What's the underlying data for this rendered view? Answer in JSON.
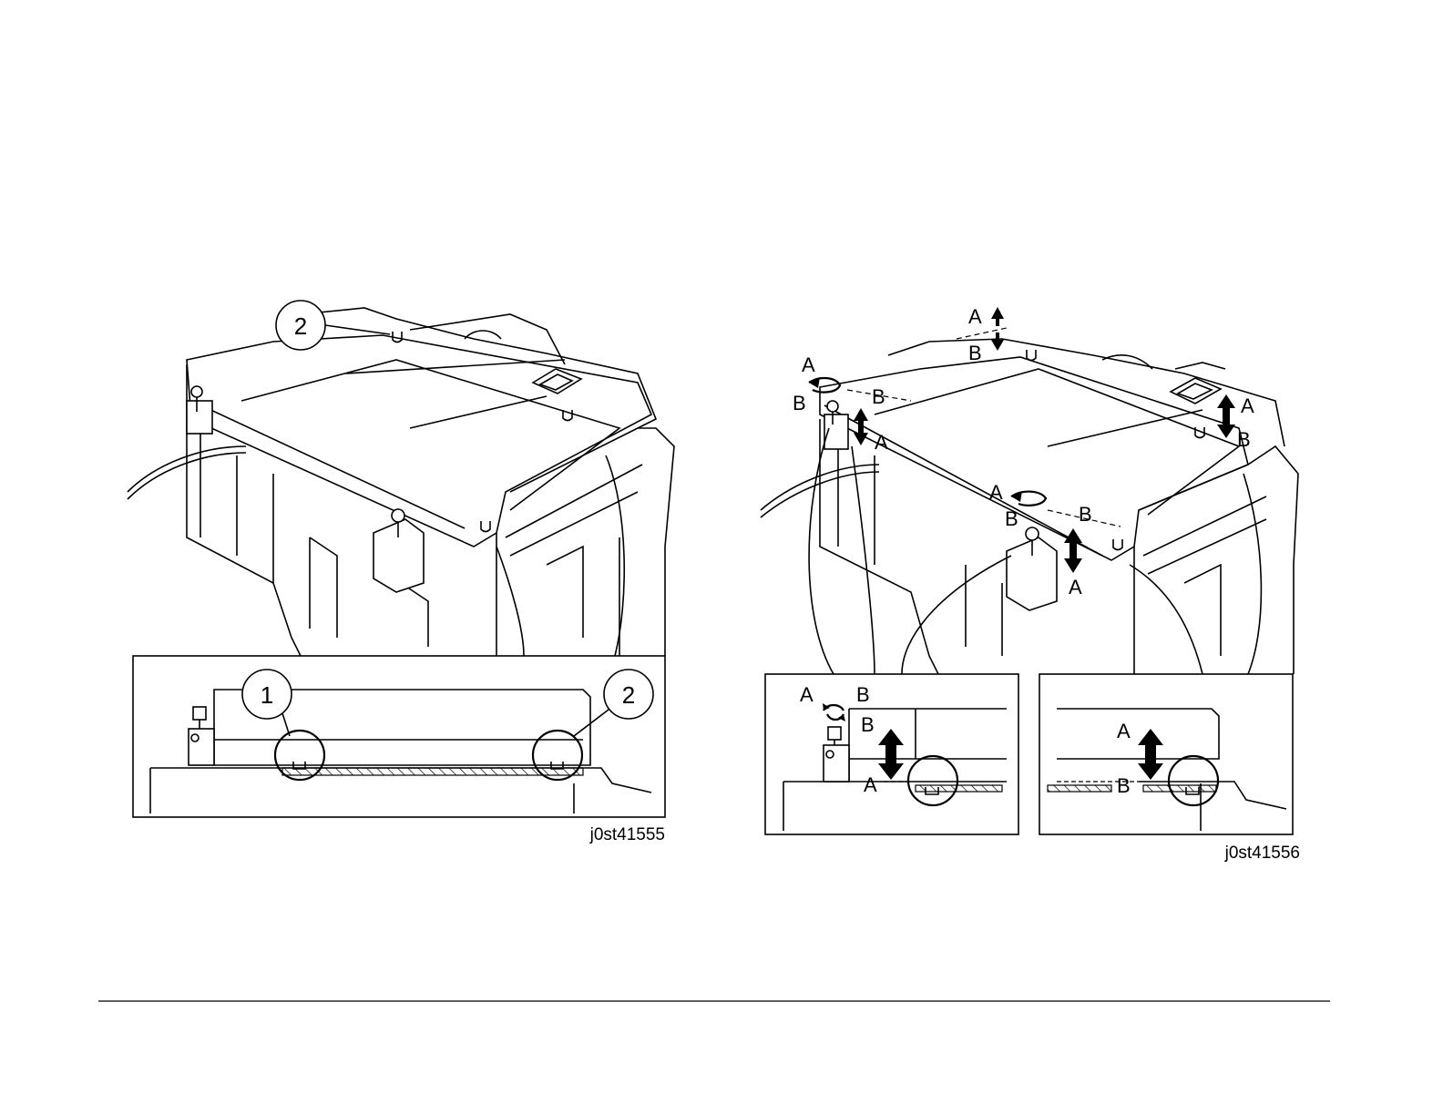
{
  "figures": [
    {
      "id": "j0st41555",
      "callouts": [
        {
          "number": "2",
          "target": "top-hinge-mark"
        },
        {
          "number": "1",
          "target": "front-left-stopper"
        },
        {
          "number": "2",
          "target": "front-right-stopper"
        }
      ]
    },
    {
      "id": "j0st41556",
      "labels": {
        "a": "A",
        "b": "B"
      }
    }
  ],
  "colors": {
    "line": "#000000",
    "background": "#ffffff"
  }
}
